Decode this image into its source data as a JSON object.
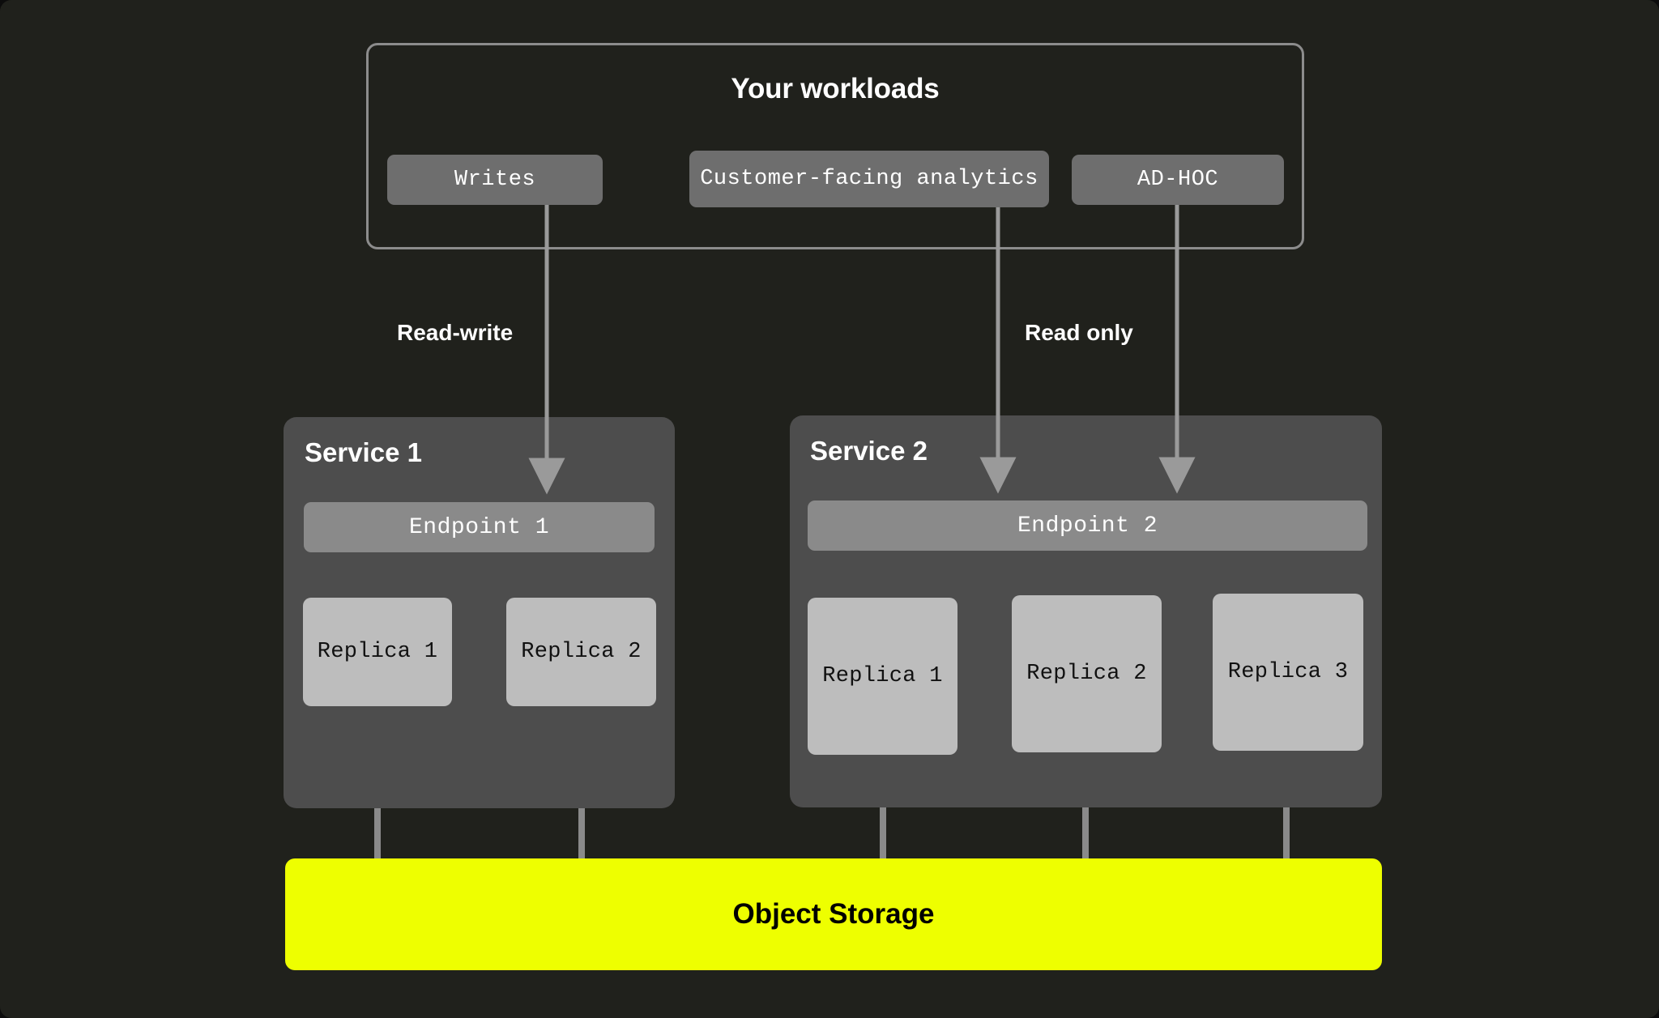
{
  "diagram": {
    "background_color": "#20211C",
    "accent_color": "#EEFF00"
  },
  "workloads": {
    "title": "Your workloads",
    "items": [
      {
        "label": "Writes"
      },
      {
        "label": "Customer-facing analytics"
      },
      {
        "label": "AD-HOC"
      }
    ]
  },
  "flows": [
    {
      "label": "Read-write"
    },
    {
      "label": "Read only"
    }
  ],
  "services": [
    {
      "title": "Service 1",
      "endpoint": "Endpoint 1",
      "replicas": [
        {
          "label": "Replica 1"
        },
        {
          "label": "Replica 2"
        }
      ]
    },
    {
      "title": "Service 2",
      "endpoint": "Endpoint 2",
      "replicas": [
        {
          "label": "Replica 1"
        },
        {
          "label": "Replica 2"
        },
        {
          "label": "Replica 3"
        }
      ]
    }
  ],
  "storage": {
    "label": "Object Storage"
  }
}
